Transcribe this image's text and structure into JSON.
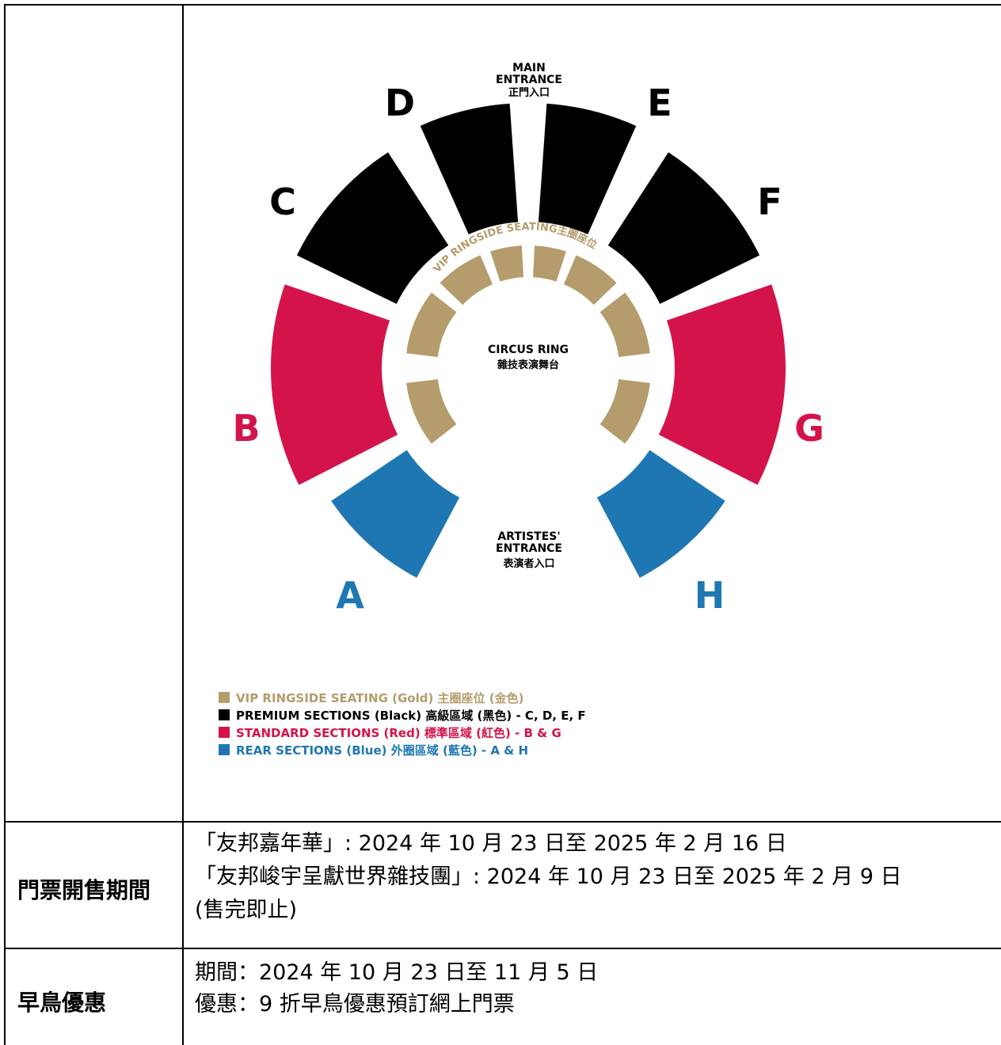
{
  "seating_map": {
    "main_entrance_line1": "MAIN",
    "main_entrance_line2": "ENTRANCE",
    "main_entrance_zh": "正門入口",
    "artistes_entrance_line1": "ARTISTES'",
    "artistes_entrance_line2": "ENTRANCE",
    "artistes_entrance_zh": "表演者入口",
    "ring_label": "CIRCUS RING",
    "ring_label_zh": "雜技表演舞台",
    "vip_arc_label": "VIP RINGSIDE SEATING主圈座位",
    "sections": {
      "A": "A",
      "B": "B",
      "C": "C",
      "D": "D",
      "E": "E",
      "F": "F",
      "G": "G",
      "H": "H"
    },
    "colors": {
      "gold": "#b49c6c",
      "black": "#000000",
      "red": "#d4134a",
      "blue": "#1e77b2"
    }
  },
  "legend": [
    {
      "text": "VIP RINGSIDE SEATING (Gold) 主圈座位 (金色)",
      "color": "#b49c6c"
    },
    {
      "text": "PREMIUM SECTIONS (Black) 高級區域 (黑色) - C, D, E, F",
      "color": "#000000"
    },
    {
      "text": "STANDARD SECTIONS (Red) 標準區域 (紅色) - B & G",
      "color": "#d4134a"
    },
    {
      "text": "REAR SECTIONS (Blue) 外圈區域 (藍色) - A & H",
      "color": "#1e77b2"
    }
  ],
  "ticket_sale": {
    "label": "門票開售期間",
    "line1": "「友邦嘉年華」: 2024 年 10 月 23 日至 2025 年 2 月 16 日",
    "line2": "「友邦峻宇呈獻世界雜技團」: 2024 年 10 月 23 日至 2025 年 2 月 9 日",
    "line3": "(售完即止)"
  },
  "early_bird": {
    "label": "早鳥優惠",
    "line1": "期間：2024 年 10 月 23 日至 11 月 5 日",
    "line2": "優惠：9 折早鳥優惠預訂網上門票"
  }
}
